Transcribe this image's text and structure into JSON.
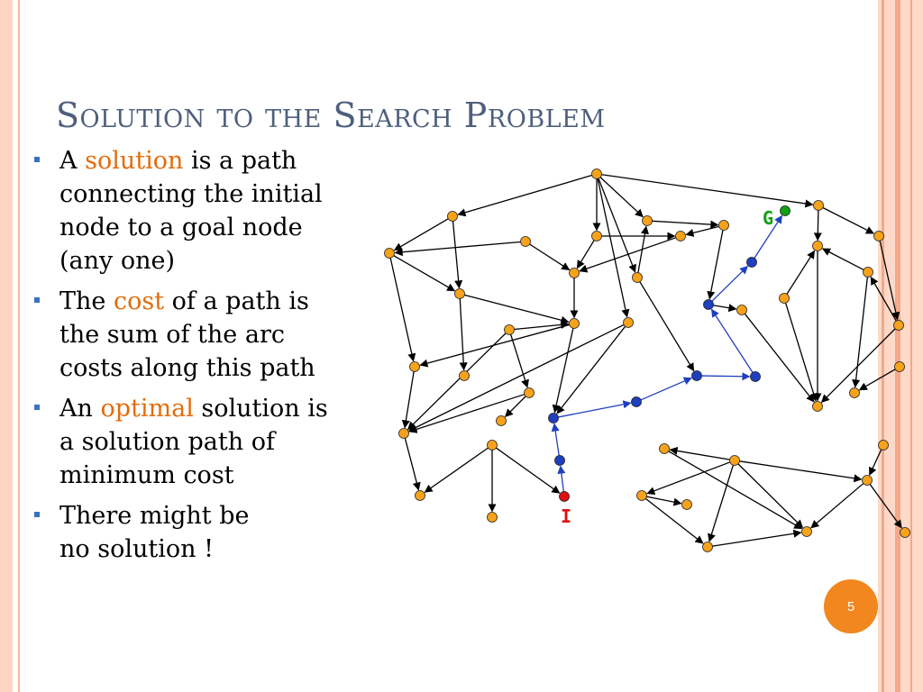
{
  "slide": {
    "title": "Solution to the Search Problem",
    "page_number": "5"
  },
  "bullets": [
    {
      "lines": [
        {
          "pre": "A ",
          "hl": "solution",
          "post": " is a path"
        },
        {
          "pre": "connecting the initial"
        },
        {
          "pre": "node to a goal node"
        },
        {
          "pre": "(any one)"
        }
      ]
    },
    {
      "lines": [
        {
          "pre": "The ",
          "hl": "cost",
          "post": " of a path is"
        },
        {
          "pre": "the sum of the arc"
        },
        {
          "pre": "costs along this path"
        }
      ]
    },
    {
      "lines": [
        {
          "pre": "An ",
          "hl": "optimal",
          "post": " solution is"
        },
        {
          "pre": "a solution path of"
        },
        {
          "pre": "minimum cost"
        }
      ]
    },
    {
      "lines": [
        {
          "pre": "There might be"
        },
        {
          "pre": "no solution !"
        }
      ]
    }
  ],
  "graph": {
    "start_label": "I",
    "goal_label": "G",
    "colors": {
      "node": "#f7a21b",
      "path": "#1f3fbf",
      "start": "#e01010",
      "goal": "#10a010",
      "edge": "#000000"
    }
  }
}
